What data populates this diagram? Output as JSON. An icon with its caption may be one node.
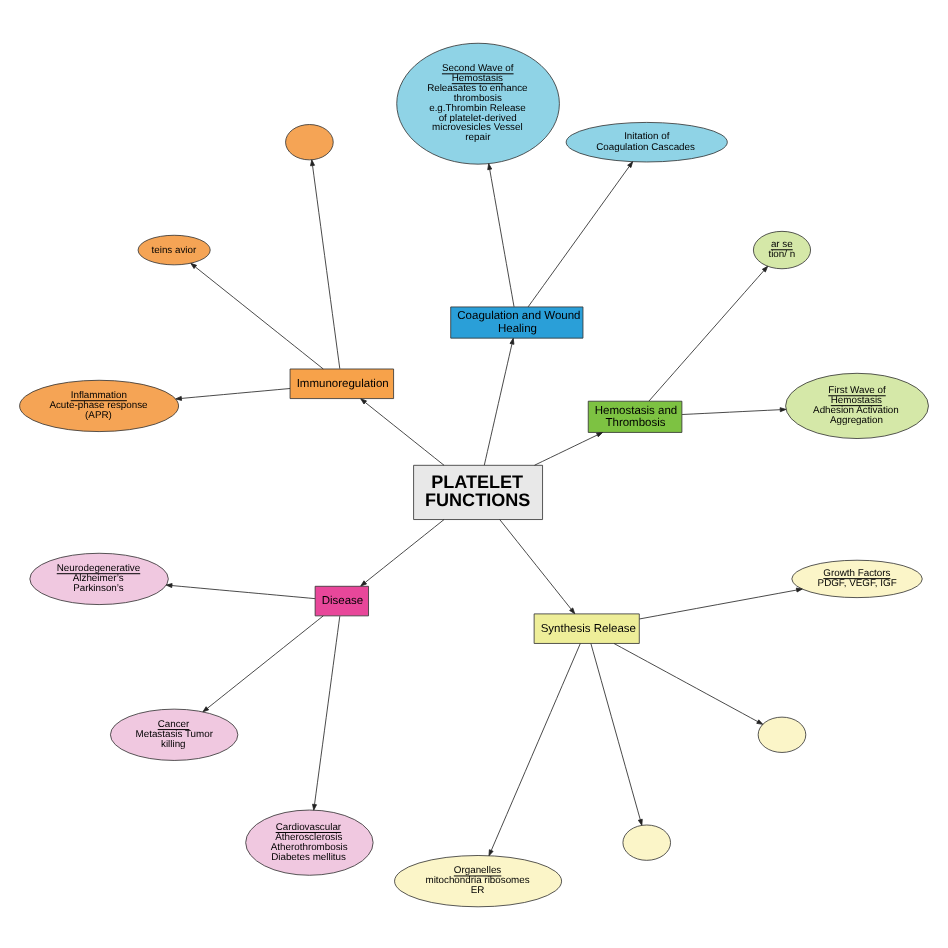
{
  "diagram": {
    "nodes": [
      {
        "text": [
          "PLATELET FUNCTIONS"
        ]
      },
      {
        "text": [
          "First Wave of Hemostasis",
          "Adhesion Activation Aggregation"
        ]
      },
      {
        "text": [
          "Initation of Coagulation Cascades"
        ]
      },
      {
        "text": [
          "Second Wave of Hemostasis",
          "Releasates to enhance thrombosis e.g.Thrombin Release of platelet-derived microvesicles Vessel repair"
        ]
      },
      {
        "text": [
          "ar se",
          "tion/ n"
        ]
      },
      {
        "text": [
          "Hemostasis and Thrombosis"
        ]
      },
      {
        "text": [
          "Coagulation and Wound Healing"
        ]
      },
      {
        "text": [
          "Organelles",
          "mitochondria ribosomes ER"
        ]
      },
      {
        "text": [],
        "shape": "circle"
      },
      {
        "text": [
          "Immunoregulation"
        ]
      },
      {
        "text": [
          "Disease"
        ]
      },
      {
        "text": [
          "Synthesis Release"
        ]
      },
      {
        "text": [],
        "shape": "circle"
      },
      {
        "text": [
          "teins avior"
        ]
      },
      {
        "text": [
          "Inflammation",
          "Acute-phase response (APR)"
        ]
      },
      {
        "text": [],
        "shape": "circle"
      },
      {
        "text": [
          "Growth Factors",
          "PDGF, VEGF, IGF"
        ]
      },
      {
        "text": [
          "Neurodegenerative",
          "Alzheimer’s Parkinson’s"
        ]
      },
      {
        "text": [
          "Cancer",
          "Metastasis Tumor killing"
        ]
      },
      {
        "text": [
          "Cardiovascular",
          "Atherosclerosis Atherothrombosis Diabetes mellitus"
        ]
      }
    ],
    "edges": [
      {
        "from": 0,
        "to": 5,
        "arrow": "to"
      },
      {
        "from": 0,
        "to": 6,
        "arrow": "to"
      },
      {
        "from": 0,
        "to": 9,
        "arrow": "to"
      },
      {
        "from": 0,
        "to": 10,
        "arrow": "to"
      },
      {
        "from": 0,
        "to": 11,
        "arrow": "to"
      },
      {
        "from": 5,
        "to": 1,
        "arrow": "to"
      },
      {
        "from": 5,
        "to": 4,
        "arrow": "to"
      },
      {
        "from": 6,
        "to": 2,
        "arrow": "to"
      },
      {
        "from": 6,
        "to": 3,
        "arrow": "to"
      },
      {
        "from": 9,
        "to": 8,
        "arrow": "to"
      },
      {
        "from": 9,
        "to": 13,
        "arrow": "to"
      },
      {
        "from": 9,
        "to": 14,
        "arrow": "to"
      },
      {
        "from": 10,
        "to": 17,
        "arrow": "to"
      },
      {
        "from": 10,
        "to": 19,
        "arrow": "to"
      },
      {
        "from": 10,
        "to": 18,
        "arrow": "to"
      },
      {
        "from": 11,
        "to": 7,
        "arrow": "to"
      },
      {
        "from": 11,
        "to": 12,
        "arrow": "to"
      },
      {
        "from": 11,
        "to": 15,
        "arrow": "to"
      },
      {
        "from": 11,
        "to": 16,
        "arrow": "to"
      }
    ]
  }
}
